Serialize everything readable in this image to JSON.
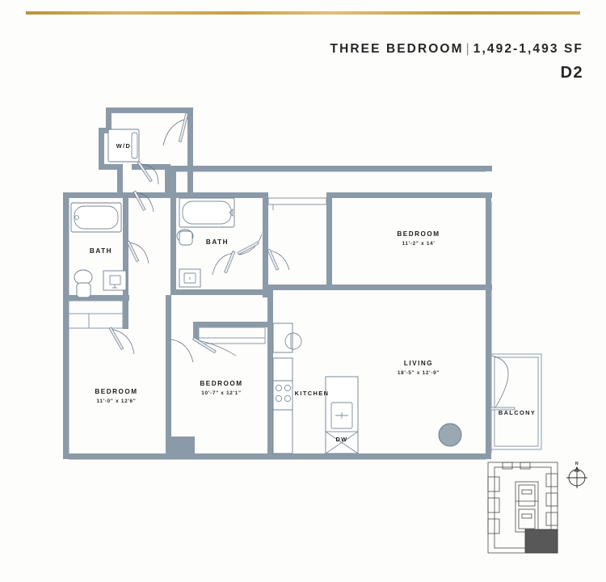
{
  "header": {
    "plan_type": "THREE BEDROOM",
    "separator": "|",
    "area": "1,492-1,493 SF",
    "unit_code": "D2"
  },
  "accent_color": "#c79f4d",
  "wall_color": "#8b9aa8",
  "rooms": [
    {
      "name": "BEDROOM",
      "dimensions": "11'-2\" x 14'"
    },
    {
      "name": "LIVING",
      "dimensions": "18'-5\" x 12'-9\""
    },
    {
      "name": "BEDROOM",
      "dimensions": "11'-0\" x 12'6\""
    },
    {
      "name": "BEDROOM",
      "dimensions": "10'-7\" x 12'1\""
    }
  ],
  "labels": {
    "bath_left": "BATH",
    "bath_mid": "BATH",
    "washer_dryer": "W/D",
    "kitchen": "KITCHEN",
    "dishwasher": "DW",
    "balcony": "BALCONY"
  },
  "keyplan": {
    "compass_north": "N"
  }
}
